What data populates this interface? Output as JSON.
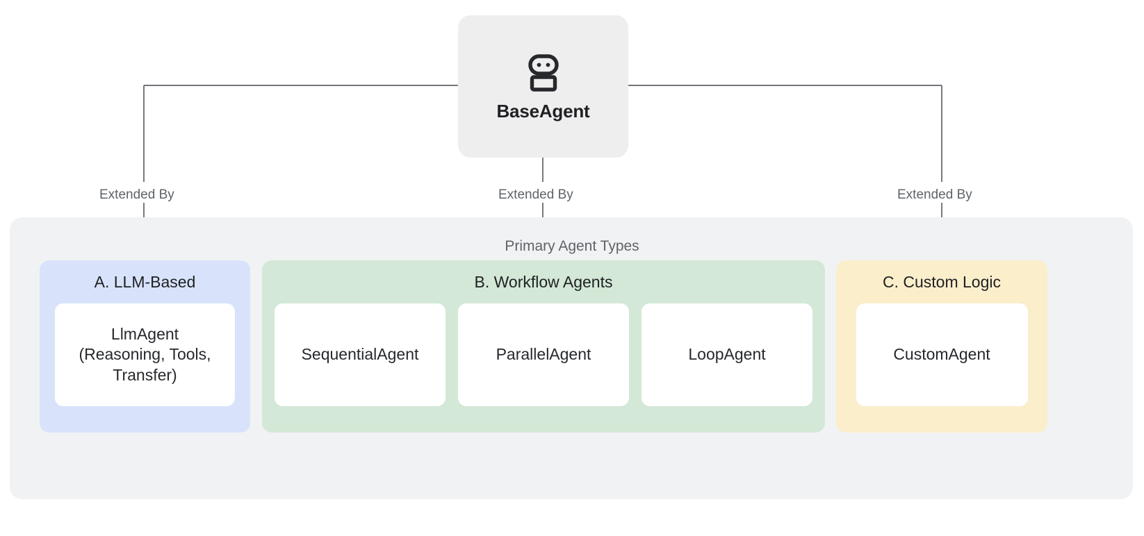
{
  "diagram": {
    "root": {
      "label": "BaseAgent",
      "icon": "robot-icon",
      "bg_color": "#eeeeee"
    },
    "edges": [
      {
        "label": "Extended By",
        "from": "BaseAgent",
        "to": "A. LLM-Based"
      },
      {
        "label": "Extended By",
        "from": "BaseAgent",
        "to": "B. Workflow Agents"
      },
      {
        "label": "Extended By",
        "from": "BaseAgent",
        "to": "C. Custom Logic"
      }
    ],
    "group": {
      "caption": "Primary Agent Types",
      "bg_color": "#f1f2f4"
    },
    "categories": [
      {
        "title": "A. LLM-Based",
        "bg_color": "#d8e3fb",
        "items": [
          {
            "label": "LlmAgent\n(Reasoning, Tools,\nTransfer)"
          }
        ]
      },
      {
        "title": "B. Workflow Agents",
        "bg_color": "#d3e8d6",
        "items": [
          {
            "label": "SequentialAgent"
          },
          {
            "label": "ParallelAgent"
          },
          {
            "label": "LoopAgent"
          }
        ]
      },
      {
        "title": "C. Custom Logic",
        "bg_color": "#fbeecb",
        "items": [
          {
            "label": "CustomAgent"
          }
        ]
      }
    ],
    "connector_color": "#5f6368"
  }
}
